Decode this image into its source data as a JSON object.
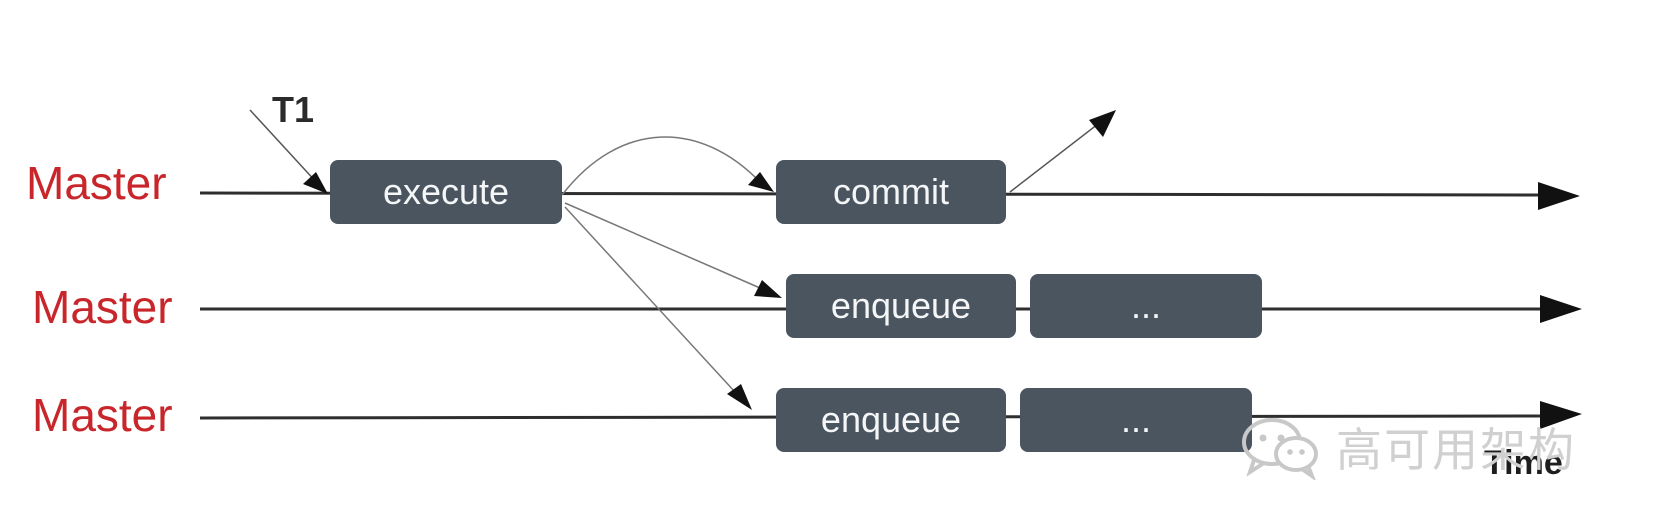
{
  "rows": [
    {
      "label": "Master"
    },
    {
      "label": "Master"
    },
    {
      "label": "Master"
    }
  ],
  "trigger_label": "T1",
  "boxes": {
    "execute": "execute",
    "commit": "commit",
    "enqueue_1": "enqueue",
    "ellipsis_1": "...",
    "enqueue_2": "enqueue",
    "ellipsis_2": "..."
  },
  "axis_label": "Time",
  "watermark": {
    "text": "高可用架构",
    "icon": "wechat-icon"
  },
  "colors": {
    "label_red": "#c8262a",
    "box_fill": "#4a5560",
    "box_text": "#f4f6f7",
    "line": "#333333"
  }
}
